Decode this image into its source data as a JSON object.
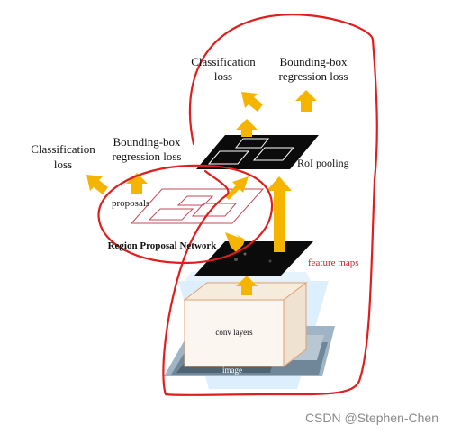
{
  "diagram": {
    "left_head": {
      "classification_loss": [
        "Classification",
        "loss"
      ],
      "bbox_regression_loss": [
        "Bounding-box",
        "regression loss"
      ]
    },
    "right_head": {
      "classification_loss": [
        "Classification",
        "loss"
      ],
      "bbox_regression_loss": [
        "Bounding-box",
        "regression loss"
      ]
    },
    "roi_pooling_label": "RoI pooling",
    "proposals_label": "proposals",
    "rpn_label": "Region Proposal Network",
    "feature_maps_label": "feature maps",
    "conv_layers_label": "conv layers",
    "image_label": "image"
  },
  "watermark": "CSDN @Stephen-Chen",
  "colors": {
    "arrow": "#f5b400",
    "annotation_red": "#e01e1e",
    "feature_label": "#c8283a",
    "map_black": "#0b0b0b",
    "projection_blue": "#d7ebfb"
  }
}
